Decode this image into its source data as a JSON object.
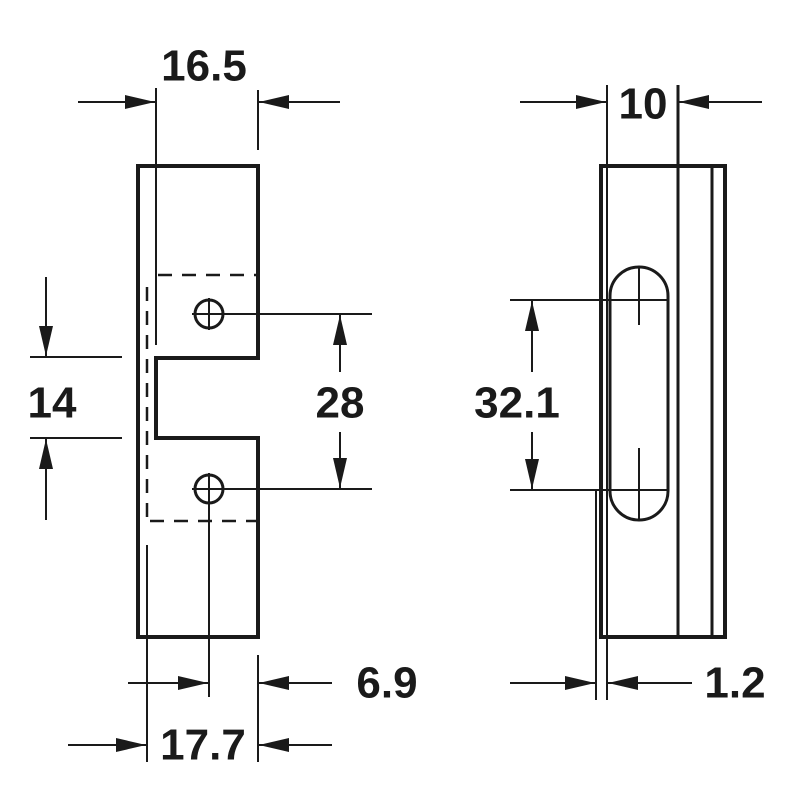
{
  "front_view": {
    "width_top": "16.5",
    "notch_height": "14",
    "hole_spacing": "28",
    "hole_offset": "6.9",
    "width_bottom": "17.7"
  },
  "side_view": {
    "thickness": "10",
    "slot_spacing": "32.1",
    "flange_thickness": "1.2"
  },
  "colors": {
    "line": "#1a1a1a",
    "background": "#ffffff"
  }
}
